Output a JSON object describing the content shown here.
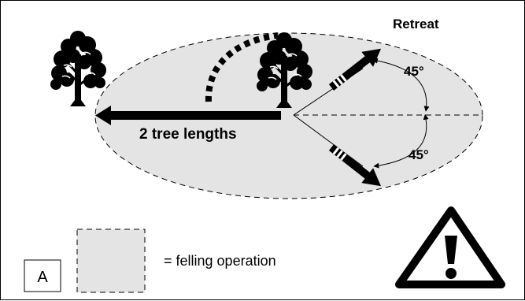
{
  "diagram": {
    "retreat_label": "Retreat",
    "distance_label": "2 tree lengths",
    "angle_upper": "45°",
    "angle_lower": "45°",
    "legend_box_label": "A",
    "legend_text": "= felling operation"
  },
  "colors": {
    "zone_fill": "#e4e4e4",
    "ink": "#000000"
  },
  "icons": [
    "tree-icon",
    "warning-icon"
  ]
}
